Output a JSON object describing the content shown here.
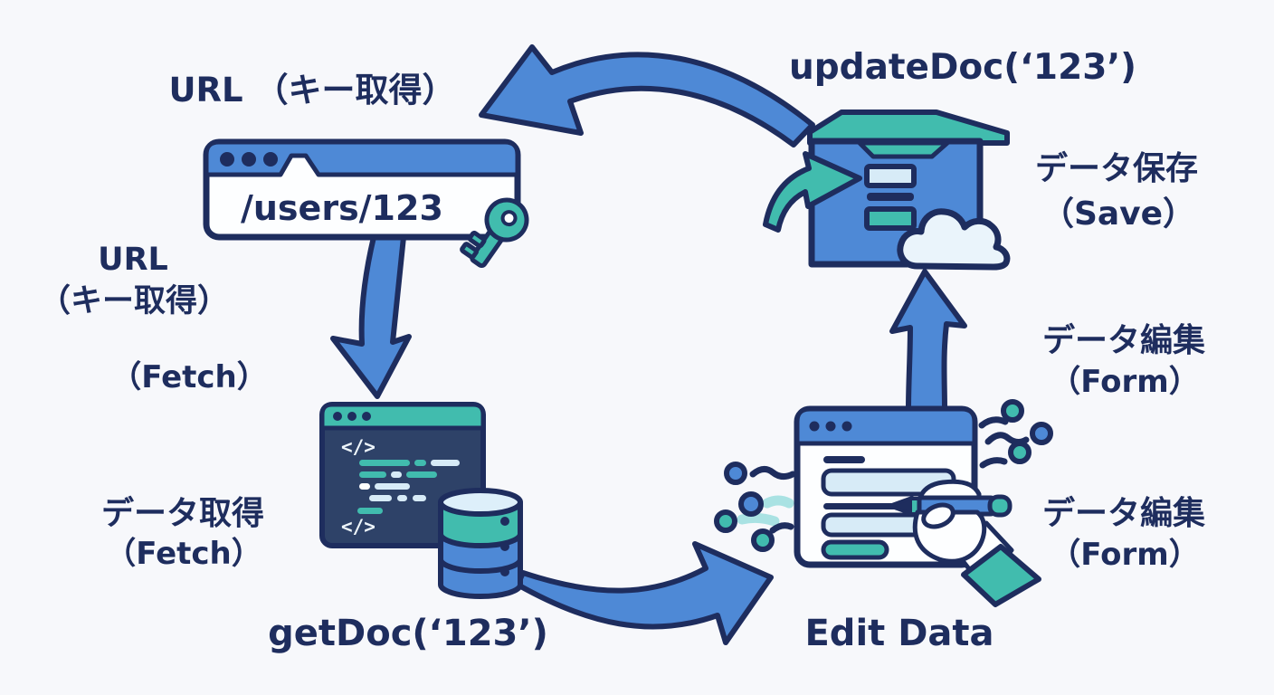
{
  "colors": {
    "bg": "#f7f8fb",
    "navy": "#1e2d5e",
    "blue": "#4e89d6",
    "teal": "#41bcae",
    "lightblue": "#d7ebf7",
    "lightteal": "#a9e2e3",
    "editorbg": "#2e4268"
  },
  "labels": {
    "url_title": "URL （キー取得）",
    "url_side_1": "URL",
    "url_side_2": "（キー取得）",
    "url_side_3": "（Fetch）",
    "fetch_1": "データ取得",
    "fetch_2": "（Fetch）",
    "get_doc": "getDoc(‘123’)",
    "edit_data": "Edit Data",
    "update_doc": "updateDoc(‘123’)",
    "save_1": "データ保存",
    "save_2": "（Save）",
    "form_top_1": "データ編集",
    "form_top_2": "（Form）",
    "form_bottom_1": "データ編集",
    "form_bottom_2": "（Form）"
  },
  "browser": {
    "address": "/users/123"
  },
  "editor": {
    "tag": "</>"
  },
  "icons": {
    "browser": "browser-window-icon",
    "key": "key-icon",
    "code_editor": "code-editor-icon",
    "database": "database-icon",
    "form": "form-window-icon",
    "hand_pen": "hand-pen-icon",
    "archive_box": "archive-box-icon",
    "cloud": "cloud-icon",
    "arrow_top": "arrow-left-curved-icon",
    "arrow_down": "arrow-down-curved-icon",
    "arrow_bottom": "arrow-right-curved-icon",
    "arrow_up": "arrow-up-icon",
    "arrow_import": "teal-import-arrow-icon"
  }
}
